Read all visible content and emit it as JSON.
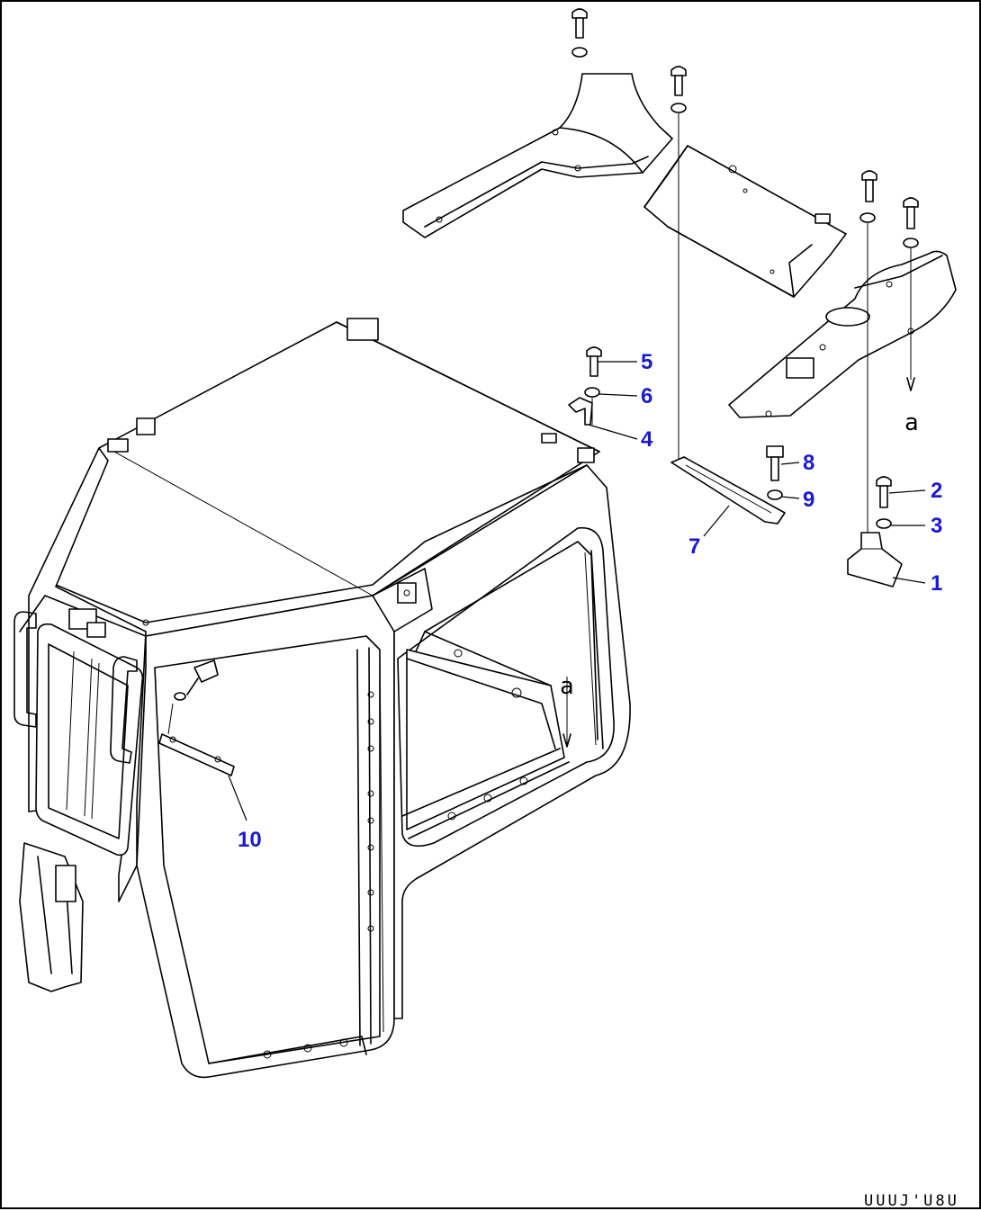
{
  "diagram": {
    "callouts": [
      {
        "id": "c1",
        "label": "1"
      },
      {
        "id": "c2",
        "label": "2"
      },
      {
        "id": "c3",
        "label": "3"
      },
      {
        "id": "c4",
        "label": "4"
      },
      {
        "id": "c5",
        "label": "5"
      },
      {
        "id": "c6",
        "label": "6"
      },
      {
        "id": "c7",
        "label": "7"
      },
      {
        "id": "c8",
        "label": "8"
      },
      {
        "id": "c9",
        "label": "9"
      },
      {
        "id": "c10",
        "label": "10"
      }
    ],
    "reference_mark": "a",
    "drawing_code": "UUUJ'U8U",
    "colors": {
      "callout": "#1a1ad6",
      "line": "#000000"
    }
  }
}
